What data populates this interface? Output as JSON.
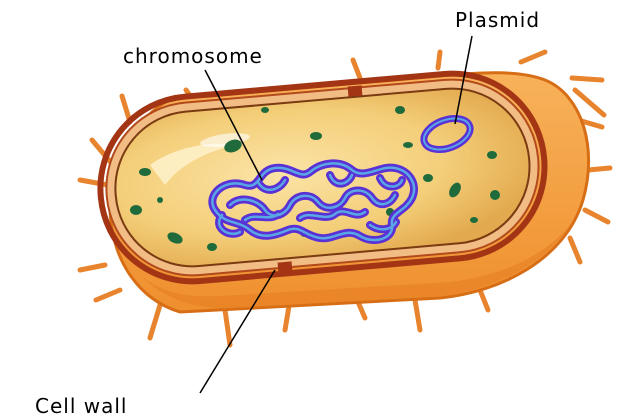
{
  "diagram": {
    "labels": {
      "chromosome": "chromosome",
      "plasmid": "Plasmid",
      "cell_wall": "Cell wall"
    }
  },
  "colors": {
    "outer_capsule": "#f59f3c",
    "outer_edge": "#d76e16",
    "cell_wall_band": "#a33514",
    "membrane_ring": "#f2bd85",
    "cytoplasm": "#f4cf7a",
    "cytoplasm_shade": "#e8b058",
    "granules": "#1f6b3b",
    "dna_outer": "#5a31d4",
    "dna_inner": "#58a8e6",
    "pili": "#e8842e"
  }
}
